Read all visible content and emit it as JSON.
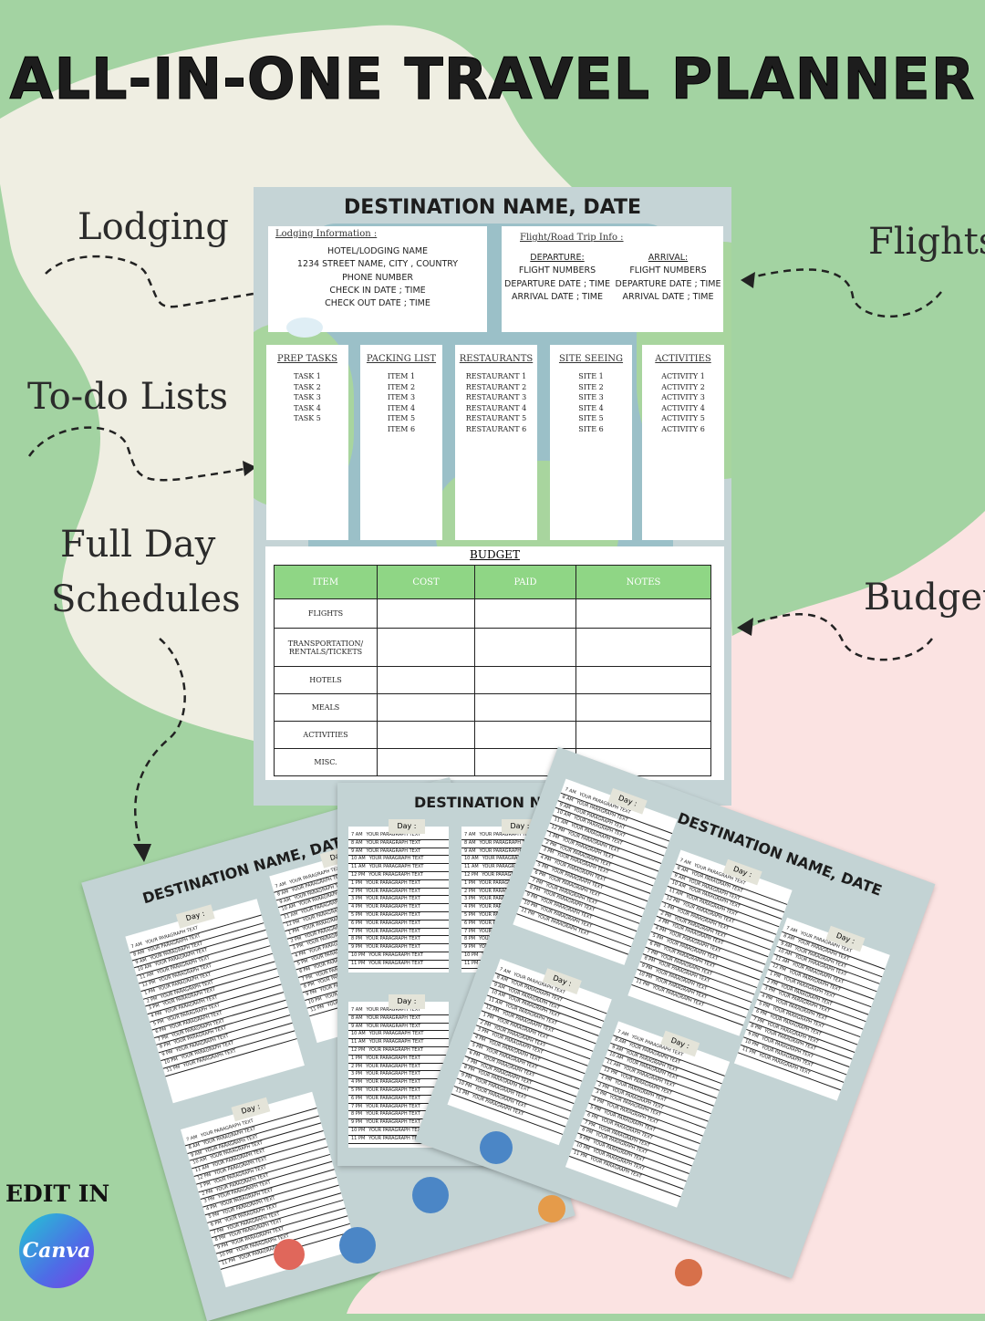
{
  "title": "ALL-IN-ONE TRAVEL PLANNER",
  "callouts": {
    "lodging": "Lodging",
    "flights": "Flights",
    "todo": "To-do Lists",
    "fullday_1": "Full Day",
    "fullday_2": "Schedules",
    "budget": "Budget"
  },
  "planner": {
    "title": "DESTINATION NAME, DATE",
    "lodging": {
      "heading": "Lodging Information :",
      "lines": [
        "HOTEL/LODGING NAME",
        "1234 STREET NAME, CITY , COUNTRY",
        "PHONE NUMBER",
        "CHECK IN DATE ; TIME",
        "CHECK OUT DATE ; TIME"
      ]
    },
    "flight": {
      "heading": "Flight/Road Trip Info :",
      "departure_label": "DEPARTURE:",
      "arrival_label": "ARRIVAL:",
      "departure_lines": [
        "FLIGHT NUMBERS",
        "DEPARTURE DATE ; TIME",
        "ARRIVAL DATE ; TIME"
      ],
      "arrival_lines": [
        "FLIGHT NUMBERS",
        "DEPARTURE DATE ; TIME",
        "ARRIVAL DATE ; TIME"
      ]
    },
    "lists": [
      {
        "heading": "PREP TASKS",
        "items": [
          "TASK 1",
          "TASK 2",
          "TASK 3",
          "TASK 4",
          "TASK 5"
        ]
      },
      {
        "heading": "PACKING LIST",
        "items": [
          "ITEM 1",
          "ITEM 2",
          "ITEM 3",
          "ITEM 4",
          "ITEM 5",
          "ITEM 6"
        ]
      },
      {
        "heading": "RESTAURANTS",
        "items": [
          "RESTAURANT 1",
          "RESTAURANT 2",
          "RESTAURANT 3",
          "RESTAURANT 4",
          "RESTAURANT 5",
          "RESTAURANT 6"
        ]
      },
      {
        "heading": "SITE SEEING",
        "items": [
          "SITE 1",
          "SITE 2",
          "SITE 3",
          "SITE 4",
          "SITE 5",
          "SITE 6"
        ]
      },
      {
        "heading": "ACTIVITIES",
        "items": [
          "ACTIVITY 1",
          "ACTIVITY 2",
          "ACTIVITY 3",
          "ACTIVITY 4",
          "ACTIVITY 5",
          "ACTIVITY 6"
        ]
      }
    ],
    "budget": {
      "title": "BUDGET",
      "columns": [
        "ITEM",
        "COST",
        "PAID",
        "NOTES"
      ],
      "rows": [
        "FLIGHTS",
        "TRANSPORTATION/ RENTALS/TICKETS",
        "HOTELS",
        "MEALS",
        "ACTIVITIES",
        "MISC."
      ]
    }
  },
  "schedule": {
    "sheet_title_left": "DESTINATION NAME, DAT",
    "sheet_title_middle": "DESTINATION NAME, DAT",
    "sheet_title_right": "DESTINATION NAME, DATE",
    "day_label": "Day :",
    "row_text": "YOUR PARAGRAPH TEXT",
    "hours": [
      "7 AM",
      "8 AM",
      "9 AM",
      "10 AM",
      "11 AM",
      "12 PM",
      "1 PM",
      "2 PM",
      "3 PM",
      "4 PM",
      "5 PM",
      "6 PM",
      "7 PM",
      "8 PM",
      "9 PM",
      "10 PM",
      "11 PM"
    ]
  },
  "edit_in": "EDIT IN",
  "canva": "Canva",
  "colors": {
    "bg_green": "#a3d3a2",
    "cream": "#efeee2",
    "pink": "#fbe3e2",
    "header_green": "#8fd685"
  }
}
